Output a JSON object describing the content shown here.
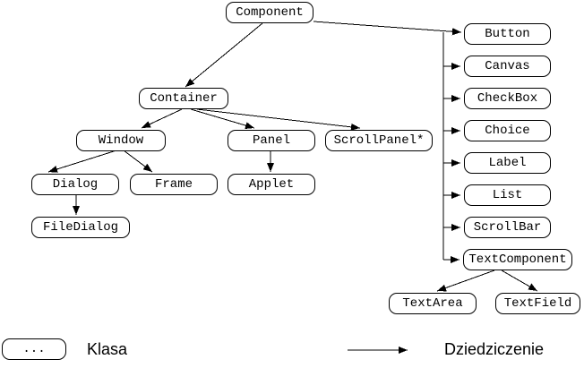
{
  "nodes": {
    "component": "Component",
    "container": "Container",
    "window": "Window",
    "panel": "Panel",
    "scrollpanel": "ScrollPanel*",
    "dialog": "Dialog",
    "frame": "Frame",
    "applet": "Applet",
    "filedialog": "FileDialog",
    "button": "Button",
    "canvas": "Canvas",
    "checkbox": "CheckBox",
    "choice": "Choice",
    "label": "Label",
    "list": "List",
    "scrollbar": "ScrollBar",
    "textcomponent": "TextComponent",
    "textarea": "TextArea",
    "textfield": "TextField"
  },
  "edges": [
    {
      "from": "Component",
      "to": "Container"
    },
    {
      "from": "Component",
      "to": "Button"
    },
    {
      "from": "Component",
      "to": "Canvas"
    },
    {
      "from": "Component",
      "to": "CheckBox"
    },
    {
      "from": "Component",
      "to": "Choice"
    },
    {
      "from": "Component",
      "to": "Label"
    },
    {
      "from": "Component",
      "to": "List"
    },
    {
      "from": "Component",
      "to": "ScrollBar"
    },
    {
      "from": "Component",
      "to": "TextComponent"
    },
    {
      "from": "Container",
      "to": "Window"
    },
    {
      "from": "Container",
      "to": "Panel"
    },
    {
      "from": "Container",
      "to": "ScrollPanel*"
    },
    {
      "from": "Window",
      "to": "Dialog"
    },
    {
      "from": "Window",
      "to": "Frame"
    },
    {
      "from": "Dialog",
      "to": "FileDialog"
    },
    {
      "from": "Panel",
      "to": "Applet"
    },
    {
      "from": "TextComponent",
      "to": "TextArea"
    },
    {
      "from": "TextComponent",
      "to": "TextField"
    }
  ],
  "legend": {
    "class_symbol": "...",
    "class_label": "Klasa",
    "inheritance_label": "Dziedziczenie"
  },
  "colors": {
    "line": "#000000",
    "box_background": "#ffffff",
    "box_border": "#000000",
    "text": "#000000"
  }
}
